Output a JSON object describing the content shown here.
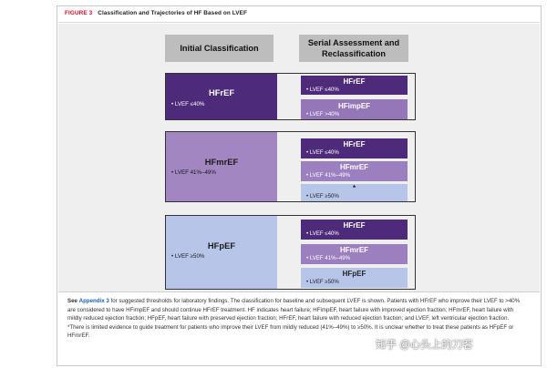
{
  "figure": {
    "number": "FIGURE 3",
    "title": "Classification and Trajectories of HF Based on LVEF"
  },
  "headers": {
    "initial": "Initial Classification",
    "serial": "Serial Assessment and Reclassification"
  },
  "groups": [
    {
      "title": "HFrEF",
      "criterion": "• LVEF ≤40%",
      "outcomes": [
        {
          "title": "HFrEF",
          "criterion": "• LVEF ≤40%"
        },
        {
          "title": "HFimpEF",
          "criterion": "• LVEF >40%"
        }
      ]
    },
    {
      "title": "HFmrEF",
      "criterion": "• LVEF 41%–49%",
      "outcomes": [
        {
          "title": "HFrEF",
          "criterion": "• LVEF ≤40%"
        },
        {
          "title": "HFmrEF",
          "criterion": "• LVEF 41%–49%"
        },
        {
          "title": "*",
          "criterion": "• LVEF ≥50%"
        }
      ]
    },
    {
      "title": "HFpEF",
      "criterion": "• LVEF ≥50%",
      "outcomes": [
        {
          "title": "HFrEF",
          "criterion": "• LVEF ≤40%"
        },
        {
          "title": "HFmrEF",
          "criterion": "• LVEF 41%–49%"
        },
        {
          "title": "HFpEF",
          "criterion": "• LVEF ≥50%"
        }
      ]
    }
  ],
  "caption": {
    "see": "See",
    "appendix": "Appendix 3",
    "text": "for suggested thresholds for laboratory findings. The classification for baseline and subsequent LVEF is shown. Patients with HFrEF who improve their LVEF to >40% are considered to have HFimpEF and should continue HFrEF treatment. HF indicates heart failure; HFimpEF, heart failure with improved ejection fraction; HFmrEF, heart failure with mildly reduced ejection fraction; HFpEF, heart failure with preserved ejection fraction; HFrEF, heart failure with reduced ejection fraction; and LVEF, left ventricular ejection fraction. *There is limited evidence to guide treatment for patients who improve their LVEF from mildly reduced (41%–49%) to ≥50%. It is unclear whether to treat these patients as HFpEF or HFmrEF."
  },
  "watermark": "知乎 @心头上的刀客",
  "colors": {
    "dark_purple": "#4e2a7a",
    "mid_purple": "#9476b9",
    "light_purple": "#a186c1",
    "light_blue": "#b7c5e8",
    "header_gray": "#bdbdbd",
    "figure_red": "#c8102e",
    "link_blue": "#1a5fb4"
  }
}
